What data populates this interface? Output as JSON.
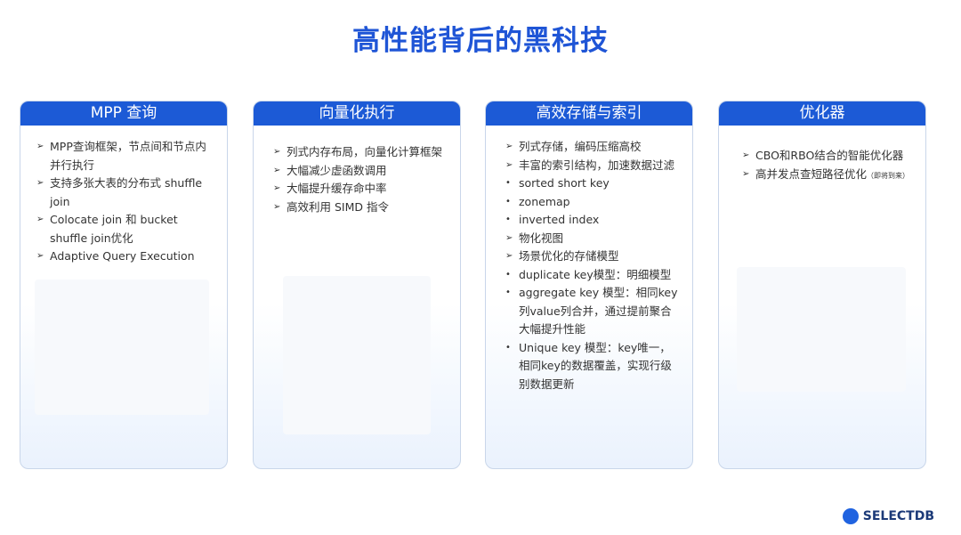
{
  "title": "高性能背后的黑科技",
  "cards": [
    {
      "header": "MPP 查询",
      "bullets": [
        "MPP查询框架，节点间和节点内并行执行",
        "支持多张大表的分布式 shuffle join",
        "Colocate join 和 bucket shuffle join优化",
        "Adaptive Query Execution"
      ]
    },
    {
      "header": "向量化执行",
      "bullets": [
        "列式内存布局，向量化计算框架",
        "大幅减少虚函数调用",
        "大幅提升缓存命中率",
        "高效利用 SIMD 指令"
      ]
    },
    {
      "header": "高效存储与索引",
      "bullets": [
        "列式存储，编码压缩高校",
        "丰富的索引结构，加速数据过滤",
        "sorted short key",
        "zonemap",
        "inverted index",
        "物化视图",
        "场景优化的存储模型",
        "duplicate key模型：明细模型",
        "aggregate key 模型：相同key列value列合并，通过提前聚合大幅提升性能",
        "Unique key 模型：key唯一，相同key的数据覆盖，实现行级别数据更新"
      ]
    },
    {
      "header": "优化器",
      "bullets": [
        "CBO和RBO结合的智能优化器",
        "高并发点查短路径优化"
      ],
      "note": "（即将到来）"
    }
  ],
  "logo": "SELECTDB"
}
